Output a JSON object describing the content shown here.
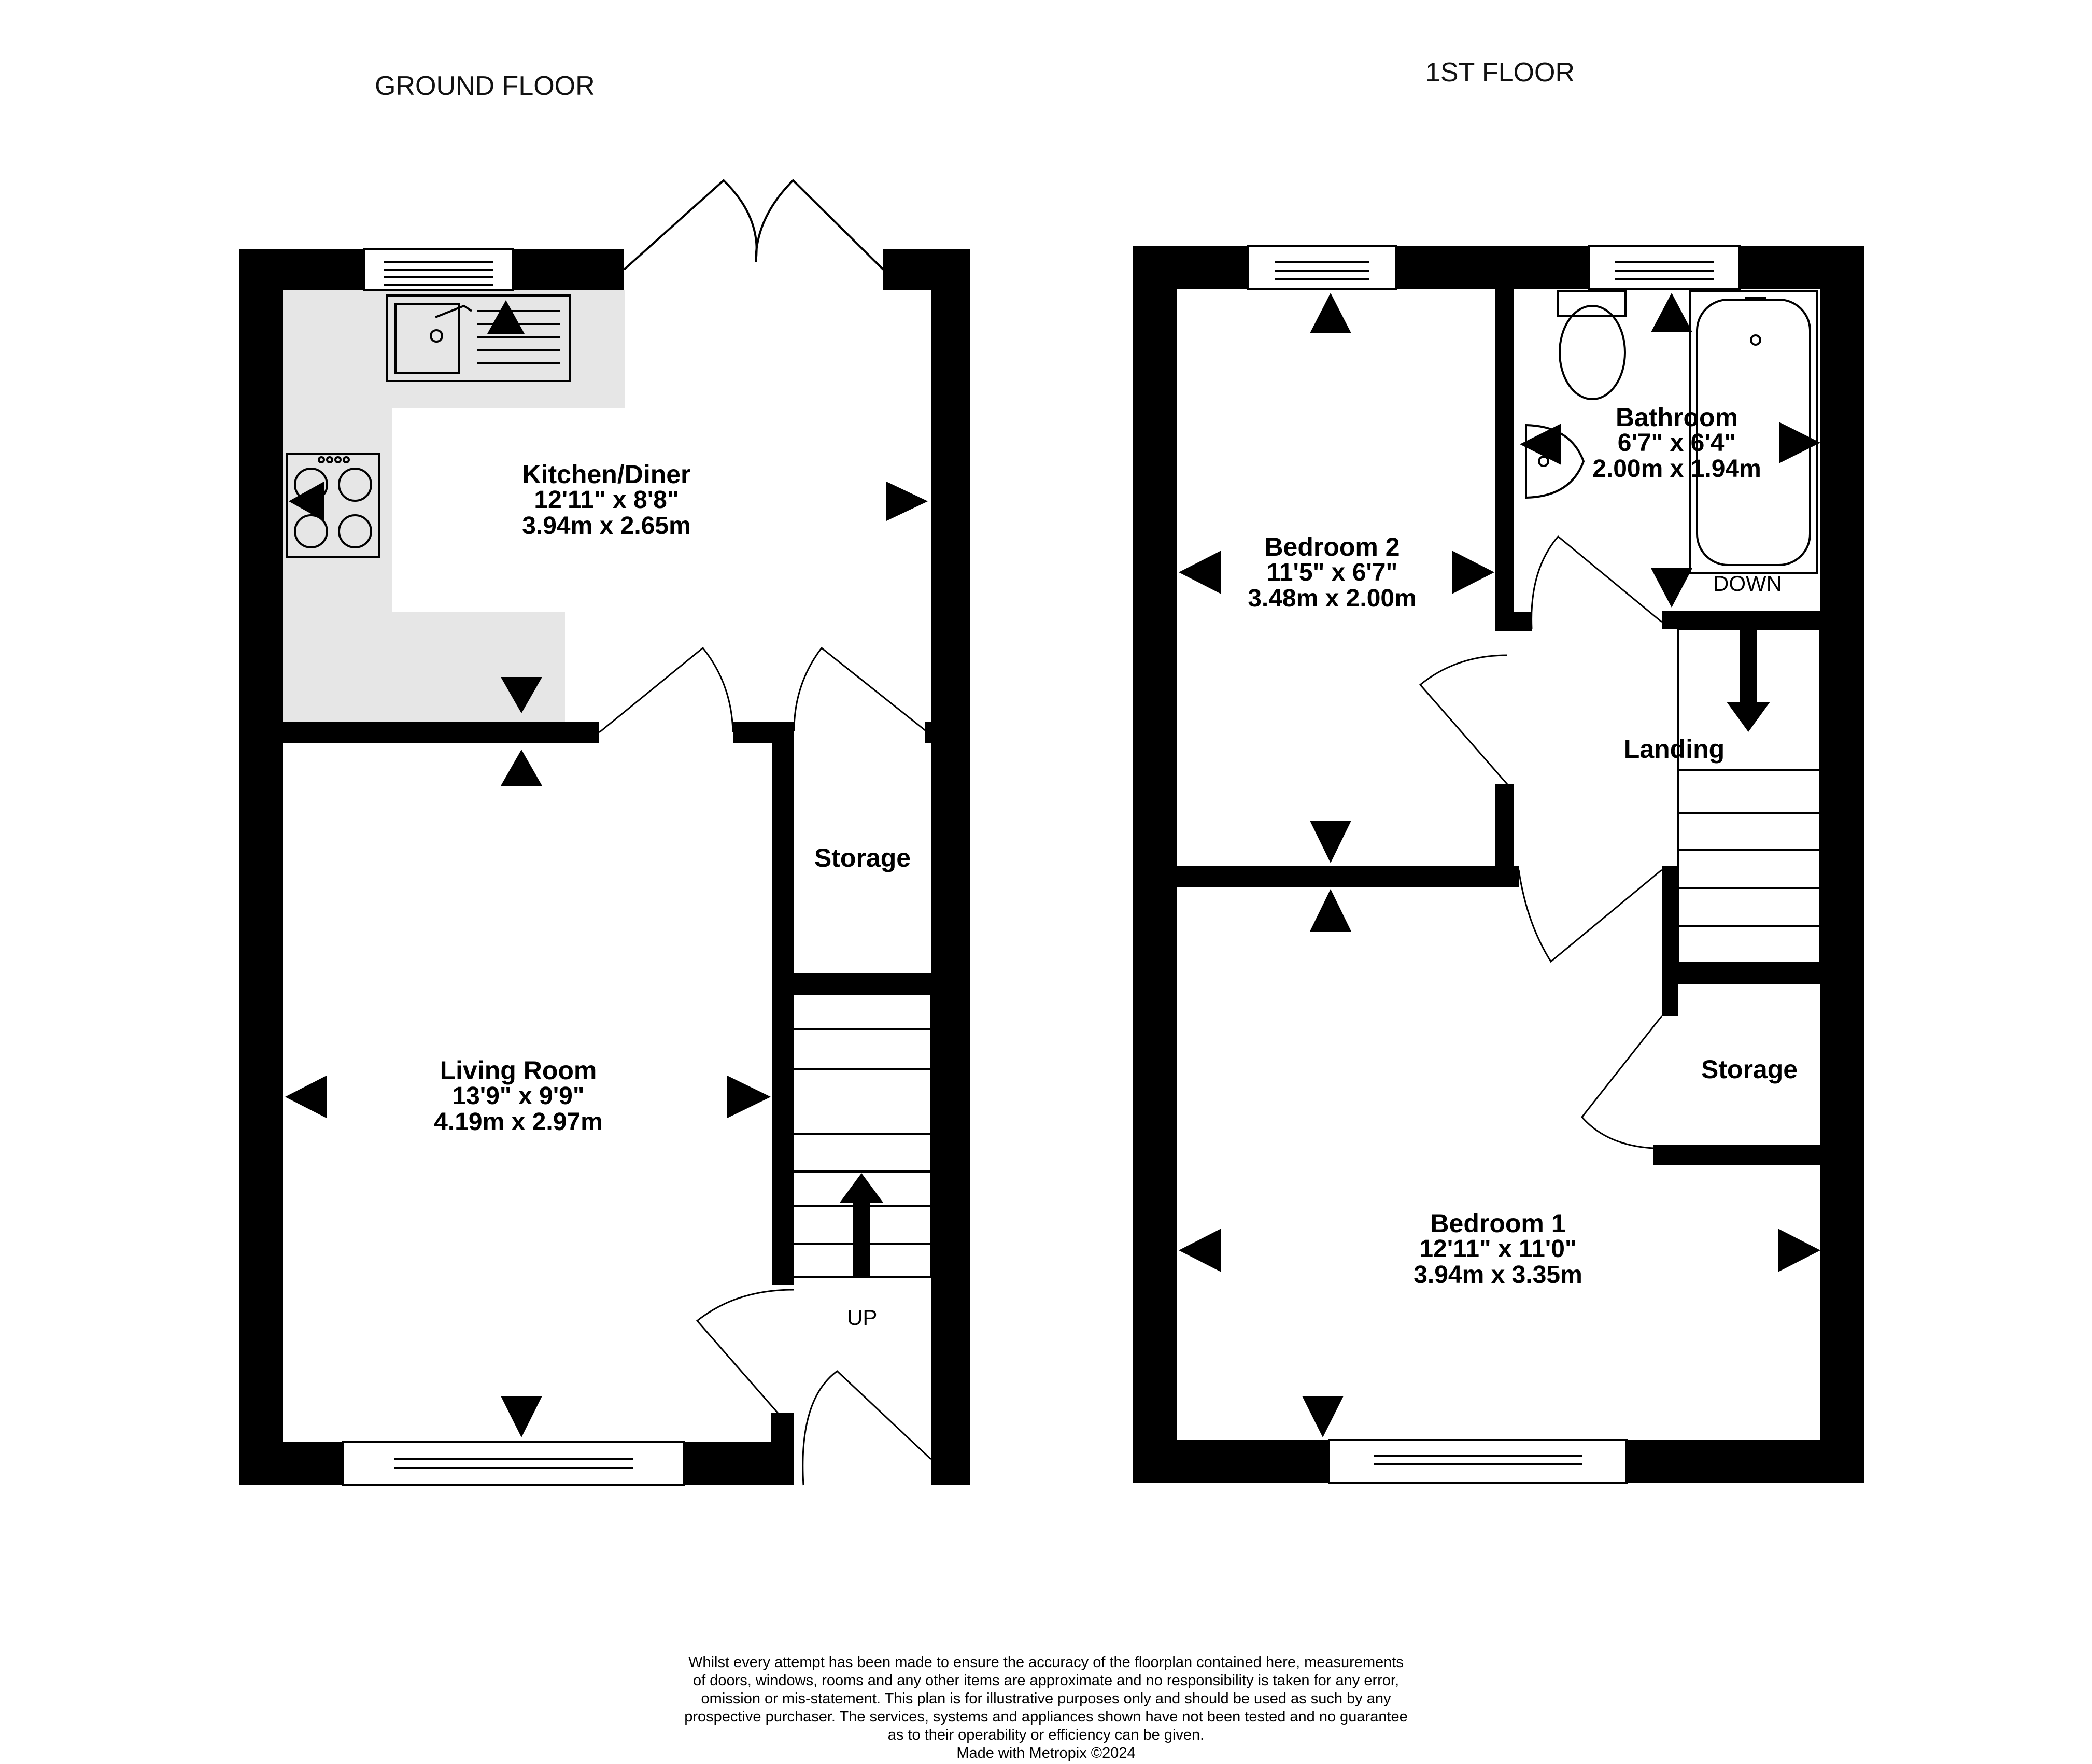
{
  "floors": {
    "ground": {
      "title": "GROUND FLOOR"
    },
    "first": {
      "title": "1ST FLOOR"
    }
  },
  "rooms": {
    "kitchen": {
      "name": "Kitchen/Diner",
      "imperial": "12'11\"  x 8'8\"",
      "metric": "3.94m  x 2.65m"
    },
    "living": {
      "name": "Living Room",
      "imperial": "13'9\"  x 9'9\"",
      "metric": "4.19m  x 2.97m"
    },
    "storage_ground": {
      "name": "Storage"
    },
    "bedroom2": {
      "name": "Bedroom 2",
      "imperial": "11'5\"  x 6'7\"",
      "metric": "3.48m  x 2.00m"
    },
    "bathroom": {
      "name": "Bathroom",
      "imperial": "6'7\"  x 6'4\"",
      "metric": "2.00m  x 1.94m"
    },
    "landing": {
      "name": "Landing"
    },
    "storage_first": {
      "name": "Storage"
    },
    "bedroom1": {
      "name": "Bedroom 1",
      "imperial": "12'11\"  x 11'0\"",
      "metric": "3.94m  x 3.35m"
    }
  },
  "stairs": {
    "up_label": "UP",
    "down_label": "DOWN"
  },
  "disclaimer": {
    "lines": [
      "Whilst every attempt has been made to ensure the accuracy of the floorplan contained here, measurements",
      "of doors, windows, rooms and any other items are approximate and no responsibility is taken for any error,",
      "omission or mis-statement. This plan is for illustrative purposes only and should be used as such by any",
      "prospective purchaser. The services, systems and appliances shown have not been tested and no guarantee",
      "as to their operability or efficiency can be given."
    ],
    "credit": "Made with Metropix ©2024"
  }
}
